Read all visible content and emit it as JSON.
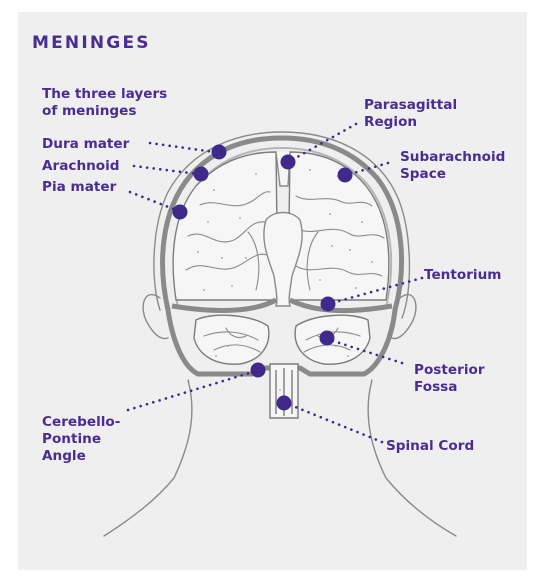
{
  "title": "MENINGES",
  "colors": {
    "accent": "#4a2d91",
    "dot": "#3f2a8c",
    "background": "#efefef",
    "line": "#8a8a8a"
  },
  "labels": {
    "three_layers_1": "The three layers",
    "three_layers_2": "of meninges",
    "dura": "Dura mater",
    "arachnoid": "Arachnoid",
    "pia": "Pia mater",
    "parasagittal_1": "Parasagittal",
    "parasagittal_2": "Region",
    "subarachnoid_1": "Subarachnoid",
    "subarachnoid_2": "Space",
    "tentorium": "Tentorium",
    "posterior_1": "Posterior",
    "posterior_2": "Fossa",
    "cerebello_1": "Cerebello-",
    "cerebello_2": "Pontine",
    "cerebello_3": "Angle",
    "spinal": "Spinal Cord"
  }
}
